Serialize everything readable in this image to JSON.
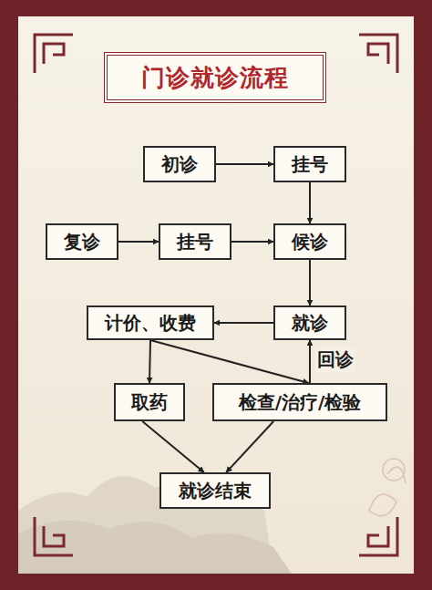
{
  "diagram": {
    "title": "门诊就诊流程",
    "nodes": [
      {
        "text": [
          "初诊"
        ]
      },
      {
        "text": [
          "挂号"
        ]
      },
      {
        "text": [
          "复诊"
        ]
      },
      {
        "text": [
          "挂号"
        ]
      },
      {
        "text": [
          "候诊"
        ]
      },
      {
        "text": [
          "计价、收费"
        ]
      },
      {
        "text": [
          "就诊"
        ]
      },
      {
        "text": [
          "取药"
        ]
      },
      {
        "text": [
          "检查/治疗/检验"
        ]
      },
      {
        "text": [
          "就诊结束"
        ]
      }
    ],
    "edges": [
      {
        "from": 0,
        "to": 1,
        "arrow": "to"
      },
      {
        "from": 1,
        "to": 4,
        "arrow": "to"
      },
      {
        "from": 2,
        "to": 3,
        "arrow": "to"
      },
      {
        "from": 3,
        "to": 4,
        "arrow": "to"
      },
      {
        "from": 4,
        "to": 6,
        "arrow": "to"
      },
      {
        "from": 6,
        "to": 5,
        "arrow": "to"
      },
      {
        "from": 5,
        "to": 7,
        "arrow": "to"
      },
      {
        "from": 5,
        "to": 8,
        "arrow": "to"
      },
      {
        "from": 8,
        "to": 6,
        "label": "回诊",
        "arrow": "to"
      },
      {
        "from": 7,
        "to": 9,
        "arrow": "to"
      },
      {
        "from": 8,
        "to": 9,
        "arrow": "to"
      }
    ]
  }
}
